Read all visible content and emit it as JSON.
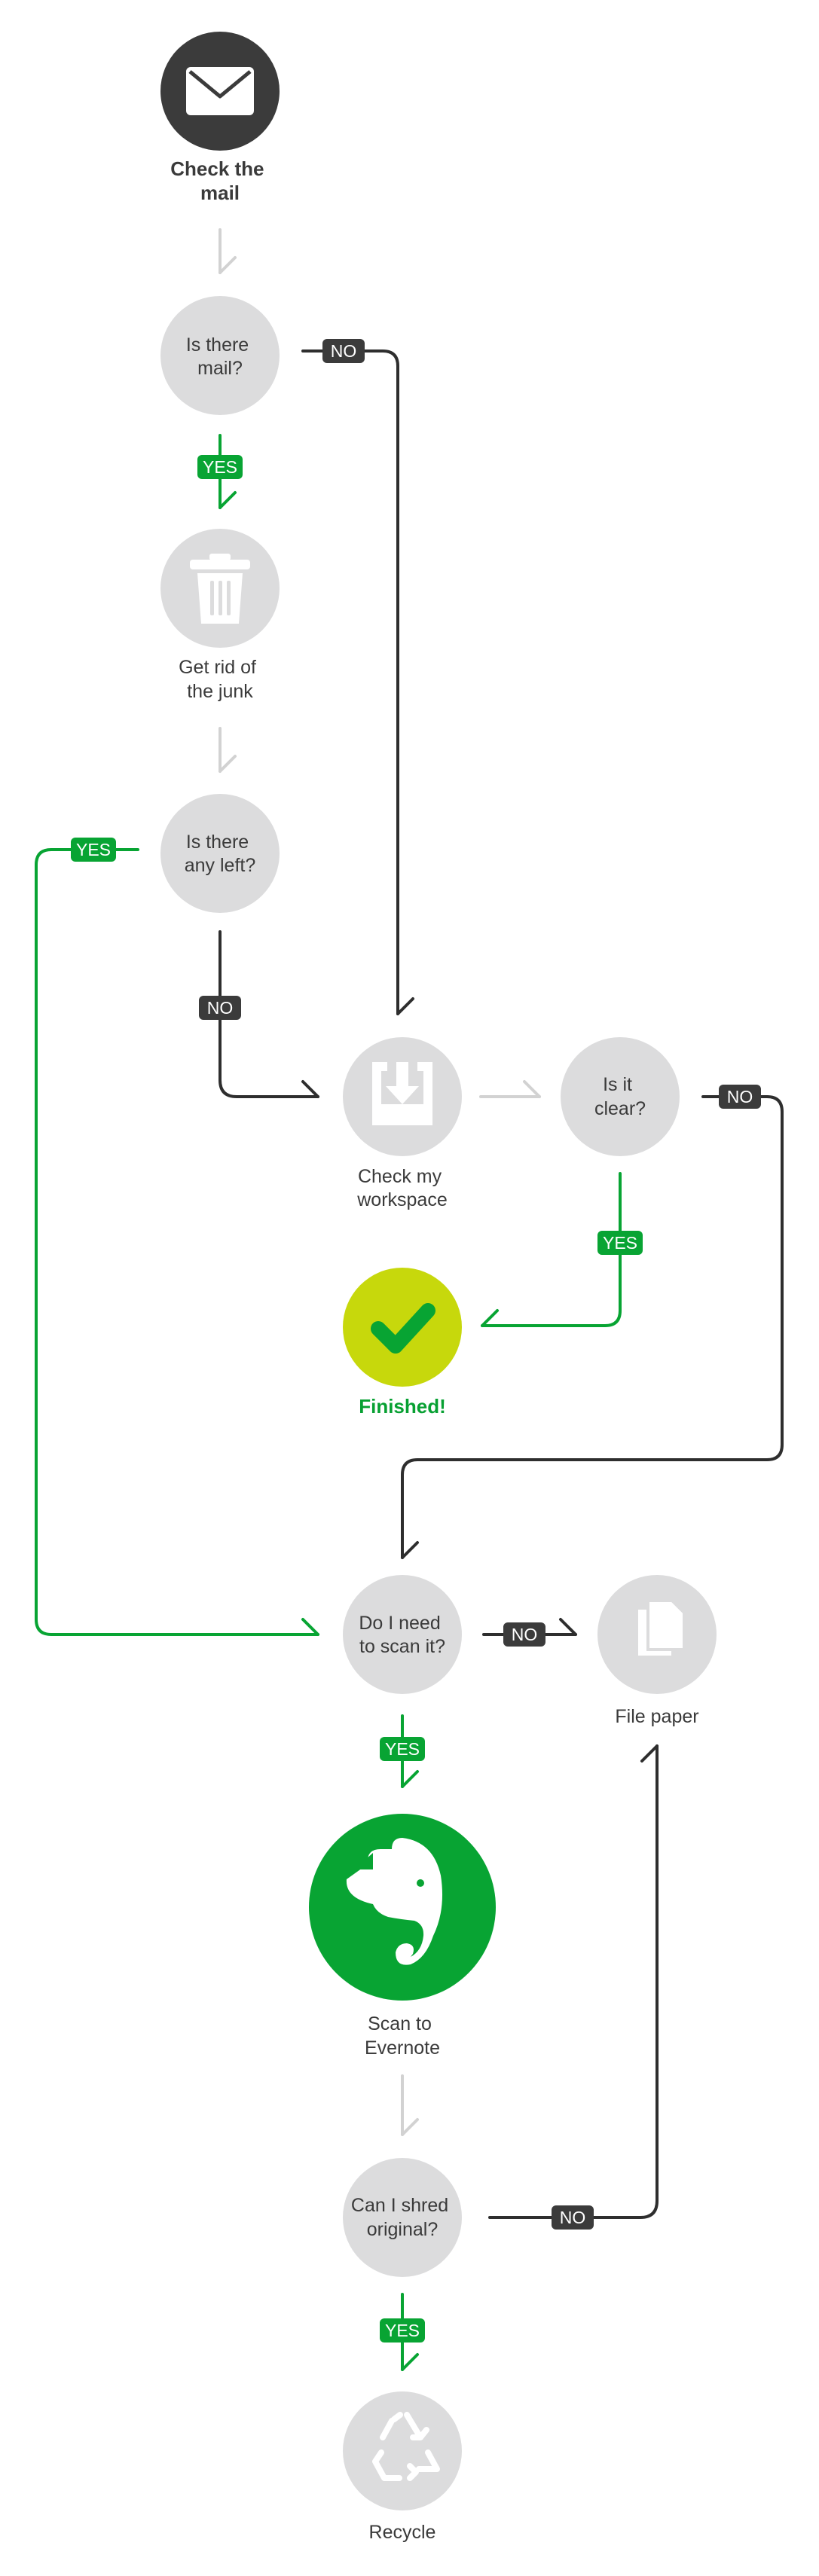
{
  "colors": {
    "node_gray": "#dcdcdd",
    "node_dark": "#3b3b3b",
    "accent_green": "#08a433",
    "lime": "#c7d80c",
    "line_dark": "#2e2e2e",
    "line_light": "#d2d2d2",
    "tag_dark": "#3b3b3b",
    "tag_green": "#08a433"
  },
  "nodes": {
    "check_mail": {
      "lines": [
        "Check the",
        "mail"
      ],
      "icon": "envelope-icon"
    },
    "is_there_mail": {
      "lines": [
        "Is there",
        "mail?"
      ]
    },
    "get_rid_junk": {
      "lines": [
        "Get rid of",
        "the junk"
      ],
      "icon": "trash-icon"
    },
    "any_left": {
      "lines": [
        "Is there",
        "any left?"
      ]
    },
    "check_workspace": {
      "lines": [
        "Check my",
        "workspace"
      ],
      "icon": "inbox-tray-icon"
    },
    "is_it_clear": {
      "lines": [
        "Is it",
        "clear?"
      ]
    },
    "finished": {
      "lines": [
        "Finished!"
      ],
      "icon": "checkmark-icon"
    },
    "need_to_scan": {
      "lines": [
        "Do I need",
        "to scan it?"
      ]
    },
    "file_paper": {
      "lines": [
        "File paper"
      ],
      "icon": "documents-icon"
    },
    "scan_evernote": {
      "lines": [
        "Scan to",
        "Evernote"
      ],
      "icon": "evernote-elephant-icon"
    },
    "can_shred": {
      "lines": [
        "Can I shred",
        "original?"
      ]
    },
    "recycle": {
      "lines": [
        "Recycle"
      ],
      "icon": "recycle-icon"
    }
  },
  "tags": {
    "mail_no": "NO",
    "mail_yes": "YES",
    "left_yes": "YES",
    "left_no": "NO",
    "clear_yes": "YES",
    "clear_no": "NO",
    "scan_no": "NO",
    "scan_yes": "YES",
    "shred_no": "NO",
    "shred_yes": "YES"
  }
}
